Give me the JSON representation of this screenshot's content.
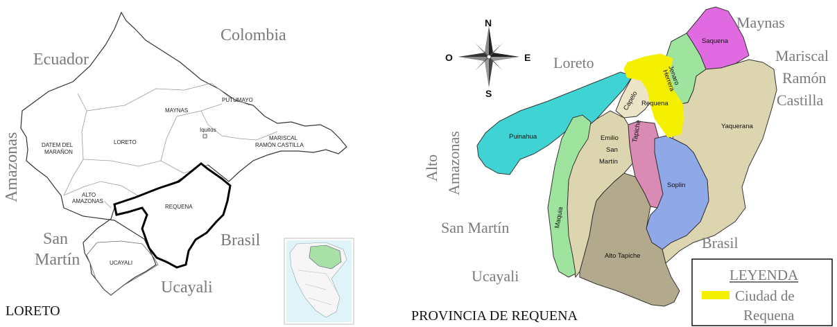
{
  "left_map": {
    "title": "LORETO",
    "neighbors": {
      "colombia": "Colombia",
      "ecuador": "Ecuador",
      "amazonas": "Amazonas",
      "san_martin_line1": "San",
      "san_martin_line2": "Martín",
      "ucayali": "Ucayali",
      "brasil": "Brasil"
    },
    "provinces": {
      "maynas": "MAYNAS",
      "putumayo": "PUTUMAYO",
      "iquitos": "Iquitos",
      "loreto": "LORETO",
      "datem_line1": "DATEM DEL",
      "datem_line2": "MARAÑON",
      "mariscal_line1": "MARISCAL",
      "mariscal_line2": "RAMÓN CASTILLA",
      "alto_line1": "ALTO",
      "alto_line2": "AMAZONAS",
      "requena": "REQUENA",
      "ucayali": "UCAYALI"
    }
  },
  "right_map": {
    "title": "PROVINCIA DE REQUENA",
    "compass": {
      "n": "N",
      "s": "S",
      "e": "E",
      "o": "O"
    },
    "neighbors": {
      "maynas": "Maynas",
      "loreto": "Loreto",
      "mariscal_line1": "Mariscal",
      "mariscal_line2": "Ramón",
      "mariscal_line3": "Castilla",
      "alto_line1": "Alto",
      "alto_line2": "Amazonas",
      "san_martin": "San Martín",
      "ucayali": "Ucayali",
      "brasil": "Brasil"
    },
    "districts": {
      "saquena": "Saquena",
      "jenaro_line1": "Jenaro",
      "jenaro_line2": "Herrera",
      "requena": "Requena",
      "capelo": "Capelo",
      "puinahua": "Puinahua",
      "yaquerana": "Yaquerana",
      "emilio_line1": "Emilio",
      "emilio_line2": "San",
      "emilio_line3": "Martín",
      "tapiche": "Tapiche",
      "soplin": "Soplin",
      "maquia": "Maquia",
      "alto_tapiche": "Alto Tapiche"
    },
    "legend": {
      "title": "LEYENDA",
      "item_line1": "Ciudad de",
      "item_line2": "Requena",
      "swatch_color": "#f4f000"
    },
    "colors": {
      "saquena": "#e06be0",
      "jenaro": "#9ee39e",
      "requena": "#f4f000",
      "capelo": "#ece4c6",
      "puinahua": "#3fd3d3",
      "yaquerana": "#ddd4b0",
      "emilio": "#ddd4b0",
      "tapiche": "#d98bb4",
      "soplin": "#8fa8e8",
      "maquia": "#9ee39e",
      "alto_tapiche": "#b3a98c"
    }
  }
}
